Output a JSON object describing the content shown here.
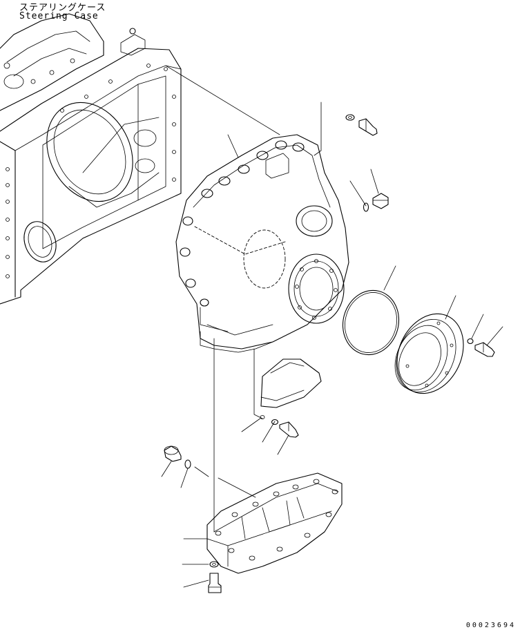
{
  "caption": {
    "jp": "ステアリングケース",
    "en": "Steering Case"
  },
  "figure_number": "00023694"
}
